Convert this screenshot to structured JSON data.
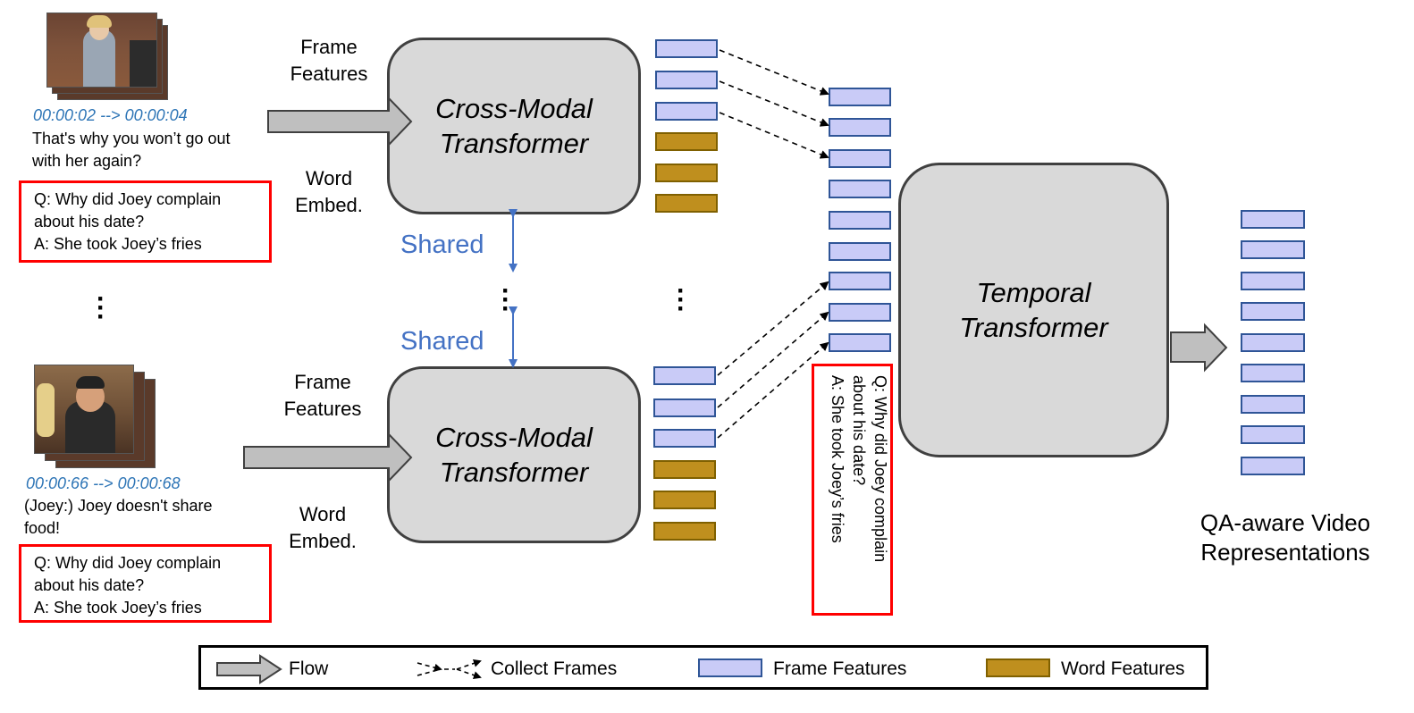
{
  "clips": [
    {
      "timestamp": "00:00:02 --> 00:00:04",
      "subtitle_line1": "That's why you won’t go out",
      "subtitle_line2": "with her again?",
      "qa_line1": "Q: Why did Joey complain",
      "qa_line2": "about his date?",
      "qa_line3": "A: She took Joey’s fries"
    },
    {
      "timestamp": "00:00:66 --> 00:00:68",
      "subtitle_line1": "(Joey:) Joey doesn't share",
      "subtitle_line2": "food!",
      "qa_line1": "Q: Why did Joey complain",
      "qa_line2": "about his date?",
      "qa_line3": "A: She took Joey’s fries"
    }
  ],
  "inputs": {
    "frame_features_line1": "Frame",
    "frame_features_line2": "Features",
    "word_embed_line1": "Word",
    "word_embed_line2": "Embed."
  },
  "cross_modal": {
    "line1": "Cross-Modal",
    "line2": "Transformer"
  },
  "shared_label": "Shared",
  "temporal": {
    "line1": "Temporal",
    "line2": "Transformer"
  },
  "qa_rotated": {
    "line1": "Q: Why did Joey complain",
    "line2": "about his date?",
    "line3": "A: She took Joey’s fries"
  },
  "output": {
    "line1": "QA-aware Video",
    "line2": "Representations"
  },
  "legend": {
    "flow": "Flow",
    "collect": "Collect Frames",
    "frame_features": "Frame Features",
    "word_features": "Word Features"
  },
  "colors": {
    "frame_feature_fill": "#c9cbf7",
    "frame_feature_border": "#2f5597",
    "word_feature_fill": "#bf8f1e",
    "word_feature_border": "#7f6000",
    "qa_border": "#ff0000",
    "shared_text": "#4472c4",
    "timestamp_text": "#2e75b6",
    "transformer_fill": "#d9d9d9"
  }
}
